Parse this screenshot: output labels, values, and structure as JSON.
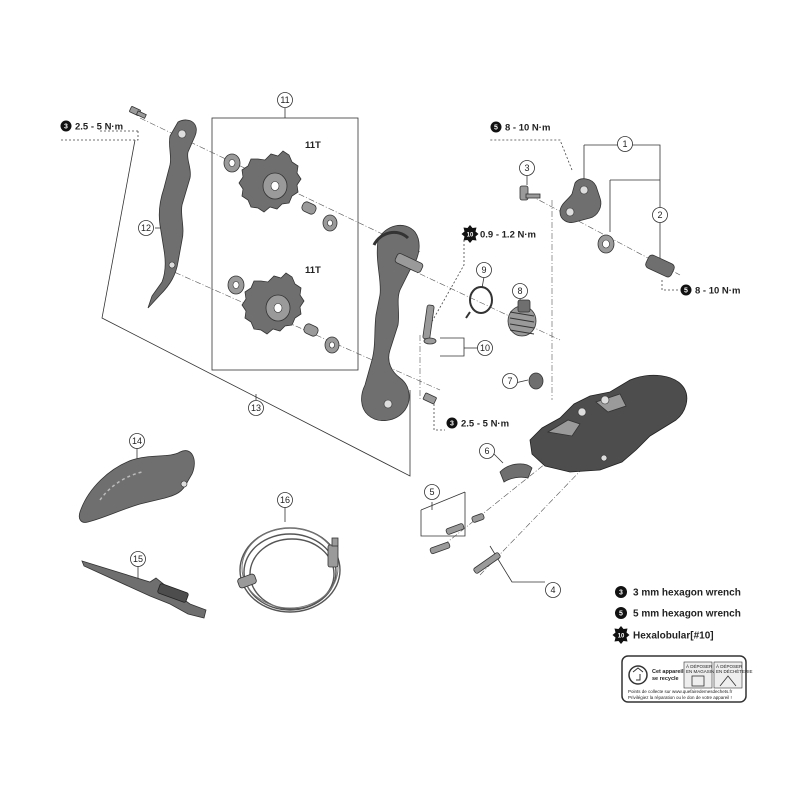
{
  "callouts": {
    "c1": "1",
    "c2": "2",
    "c3": "3",
    "c4": "4",
    "c5": "5",
    "c6": "6",
    "c7": "7",
    "c8": "8",
    "c9": "9",
    "c10": "10",
    "c11": "11",
    "c12": "12",
    "c13": "13",
    "c14": "14",
    "c15": "15",
    "c16": "16"
  },
  "torques": {
    "t_top_left": "2.5 - 5 N·m",
    "t_top_right": "8 - 10 N·m",
    "t_mid": "0.9 - 1.2 N·m",
    "t_right": "8 - 10 N·m",
    "t_cage": "2.5 - 5 N·m"
  },
  "tool_badges": {
    "b3": "3",
    "b5": "5",
    "b10": "10"
  },
  "teeth_labels": {
    "upper": "11T",
    "lower": "11T"
  },
  "legend": {
    "item1": {
      "badge": "3",
      "text": "3 mm hexagon wrench"
    },
    "item2": {
      "badge": "5",
      "text": "5 mm hexagon wrench"
    },
    "item3": {
      "badge": "10",
      "text": "Hexalobular[#10]"
    }
  },
  "recycle_logo": {
    "l1": "Cet appareil",
    "l2": "se recycle",
    "l3": "À DÉPOSER",
    "l4": "EN MAGASIN",
    "l5": "À DÉPOSER",
    "l6": "EN DÉCHÈTERIE",
    "l7": "Points de collecte sur www.quefairedemesdechets.fr",
    "l8": "Privilégiez la réparation ou le don de votre appareil !"
  }
}
